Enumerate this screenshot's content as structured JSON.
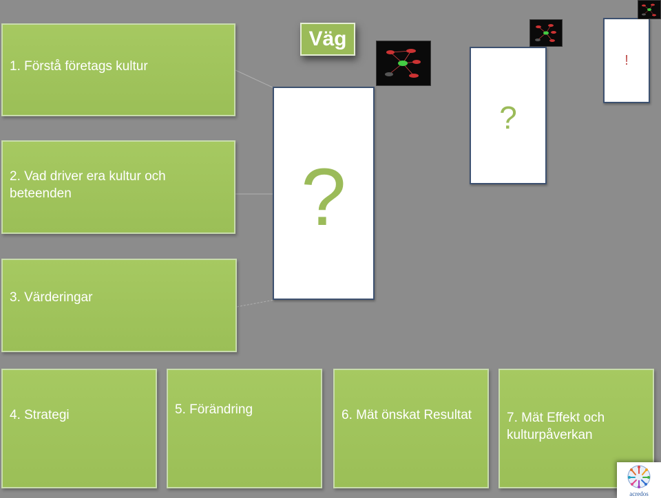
{
  "steps": [
    {
      "lines": [
        "1. Förstå företags kultur"
      ]
    },
    {
      "lines": [
        "2. Vad driver era kultur och",
        "beteenden"
      ]
    },
    {
      "lines": [
        "3. Värderingar"
      ]
    },
    {
      "lines": [
        "4. Strategi"
      ]
    },
    {
      "lines": [
        "5.  Förändring"
      ]
    },
    {
      "lines": [
        "6. Mät önskat Resultat"
      ]
    },
    {
      "lines": [
        "7. Mät Effekt och",
        "kulturpåverkan"
      ]
    }
  ],
  "cards": {
    "large": "?",
    "medium": "?",
    "small": "!"
  },
  "vag_label": "Väg",
  "logo_text": "acredos",
  "colors": {
    "background": "#8c8c8c",
    "box_green": "#9bbb59",
    "card_border": "#3d5170",
    "question_mark": "#9bbb59"
  }
}
